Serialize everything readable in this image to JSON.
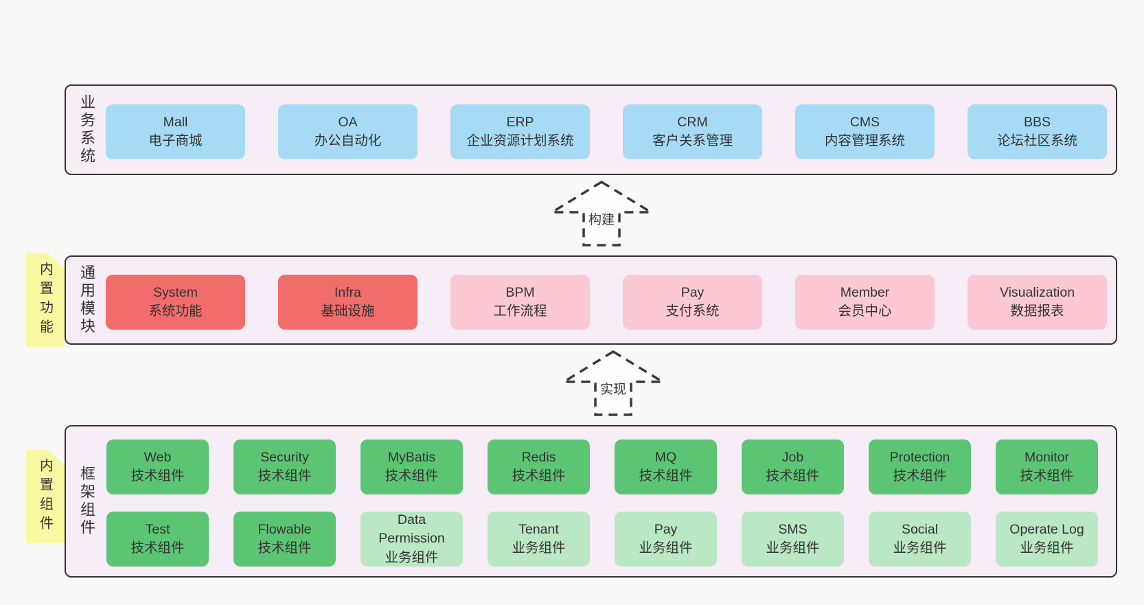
{
  "colors": {
    "page_bg": "#f8f8f8",
    "panel_bg": "#f7edf6",
    "panel_border": "#333333",
    "blue": "#a7dbf5",
    "red": "#f26c6c",
    "pink": "#fcc8d3",
    "green_dark": "#5cc573",
    "green_light": "#bae7c4",
    "note_bg": "#f9f9a2",
    "note_fold": "#bdbebf",
    "text": "#333333"
  },
  "sections": [
    {
      "id": "business-systems",
      "label": "业务系统",
      "note": null,
      "rows": [
        [
          {
            "name": "Mall",
            "desc": "电子商城",
            "variant": "blue"
          },
          {
            "name": "OA",
            "desc": "办公自动化",
            "variant": "blue"
          },
          {
            "name": "ERP",
            "desc": "企业资源计划系统",
            "variant": "blue"
          },
          {
            "name": "CRM",
            "desc": "客户关系管理",
            "variant": "blue"
          },
          {
            "name": "CMS",
            "desc": "内容管理系统",
            "variant": "blue"
          },
          {
            "name": "BBS",
            "desc": "论坛社区系统",
            "variant": "blue"
          }
        ]
      ]
    },
    {
      "id": "common-modules",
      "label": "通用模块",
      "note": "内置功能",
      "rows": [
        [
          {
            "name": "System",
            "desc": "系统功能",
            "variant": "red"
          },
          {
            "name": "Infra",
            "desc": "基础设施",
            "variant": "red"
          },
          {
            "name": "BPM",
            "desc": "工作流程",
            "variant": "pink"
          },
          {
            "name": "Pay",
            "desc": "支付系统",
            "variant": "pink"
          },
          {
            "name": "Member",
            "desc": "会员中心",
            "variant": "pink"
          },
          {
            "name": "Visualization",
            "desc": "数据报表",
            "variant": "pink"
          }
        ]
      ]
    },
    {
      "id": "framework-components",
      "label": "框架组件",
      "note": "内置组件",
      "rows": [
        [
          {
            "name": "Web",
            "desc": "技术组件",
            "variant": "green-dark"
          },
          {
            "name": "Security",
            "desc": "技术组件",
            "variant": "green-dark"
          },
          {
            "name": "MyBatis",
            "desc": "技术组件",
            "variant": "green-dark"
          },
          {
            "name": "Redis",
            "desc": "技术组件",
            "variant": "green-dark"
          },
          {
            "name": "MQ",
            "desc": "技术组件",
            "variant": "green-dark"
          },
          {
            "name": "Job",
            "desc": "技术组件",
            "variant": "green-dark"
          },
          {
            "name": "Protection",
            "desc": "技术组件",
            "variant": "green-dark"
          },
          {
            "name": "Monitor",
            "desc": "技术组件",
            "variant": "green-dark"
          }
        ],
        [
          {
            "name": "Test",
            "desc": "技术组件",
            "variant": "green-dark"
          },
          {
            "name": "Flowable",
            "desc": "技术组件",
            "variant": "green-dark"
          },
          {
            "name": "Data Permission",
            "desc": "业务组件",
            "variant": "green-light"
          },
          {
            "name": "Tenant",
            "desc": "业务组件",
            "variant": "green-light"
          },
          {
            "name": "Pay",
            "desc": "业务组件",
            "variant": "green-light"
          },
          {
            "name": "SMS",
            "desc": "业务组件",
            "variant": "green-light"
          },
          {
            "name": "Social",
            "desc": "业务组件",
            "variant": "green-light"
          },
          {
            "name": "Operate Log",
            "desc": "业务组件",
            "variant": "green-light"
          }
        ]
      ]
    }
  ],
  "arrows": [
    {
      "label": "构建"
    },
    {
      "label": "实现"
    }
  ]
}
